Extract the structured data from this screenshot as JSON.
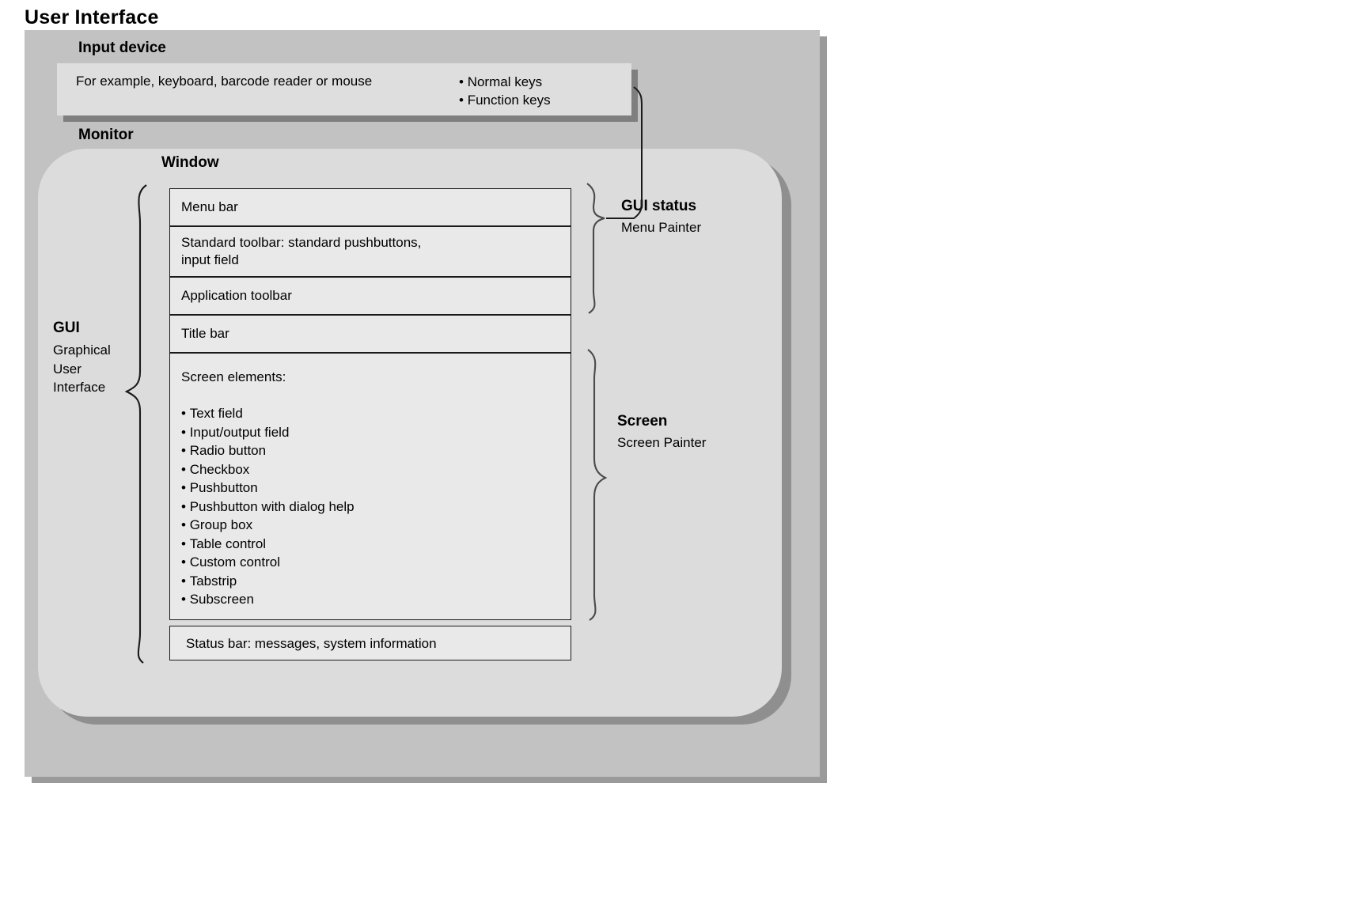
{
  "page": {
    "title": "User Interface"
  },
  "input_device": {
    "heading": "Input device",
    "example_text": "For example, keyboard, barcode reader or mouse",
    "keys": [
      "Normal keys",
      "Function keys"
    ]
  },
  "monitor": {
    "heading": "Monitor"
  },
  "window": {
    "heading": "Window",
    "boxes": [
      {
        "name": "menu-bar",
        "label": "Menu bar"
      },
      {
        "name": "standard-toolbar",
        "label": "Standard toolbar: standard pushbuttons,\ninput field"
      },
      {
        "name": "application-toolbar",
        "label": "Application toolbar"
      },
      {
        "name": "title-bar",
        "label": "Title bar"
      }
    ],
    "screen_elements": {
      "title": "Screen elements:",
      "items": [
        "Text field",
        "Input/output field",
        "Radio button",
        "Checkbox",
        "Pushbutton",
        "Pushbutton with dialog help",
        "Group box",
        "Table control",
        "Custom control",
        "Tabstrip",
        "Subscreen"
      ]
    },
    "status_bar": {
      "label": "Status bar: messages, system information"
    }
  },
  "annotations": {
    "gui": {
      "title": "GUI",
      "subtitle": "Graphical\nUser\nInterface"
    },
    "gui_status": {
      "title": "GUI status",
      "subtitle": "Menu Painter"
    },
    "screen": {
      "title": "Screen",
      "subtitle": "Screen Painter"
    }
  },
  "colors": {
    "page_background": "#ffffff",
    "ui_container": "#c2c2c2",
    "ui_container_shadow": "#9a9a9a",
    "input_device_box": "#dedede",
    "input_device_shadow": "#7f7f7f",
    "monitor_box": "#dcdcdc",
    "monitor_shadow": "#8f8f8f",
    "window_box": "#e9e9e9",
    "window_box_border": "#1a1a1a",
    "text": "#000000"
  }
}
